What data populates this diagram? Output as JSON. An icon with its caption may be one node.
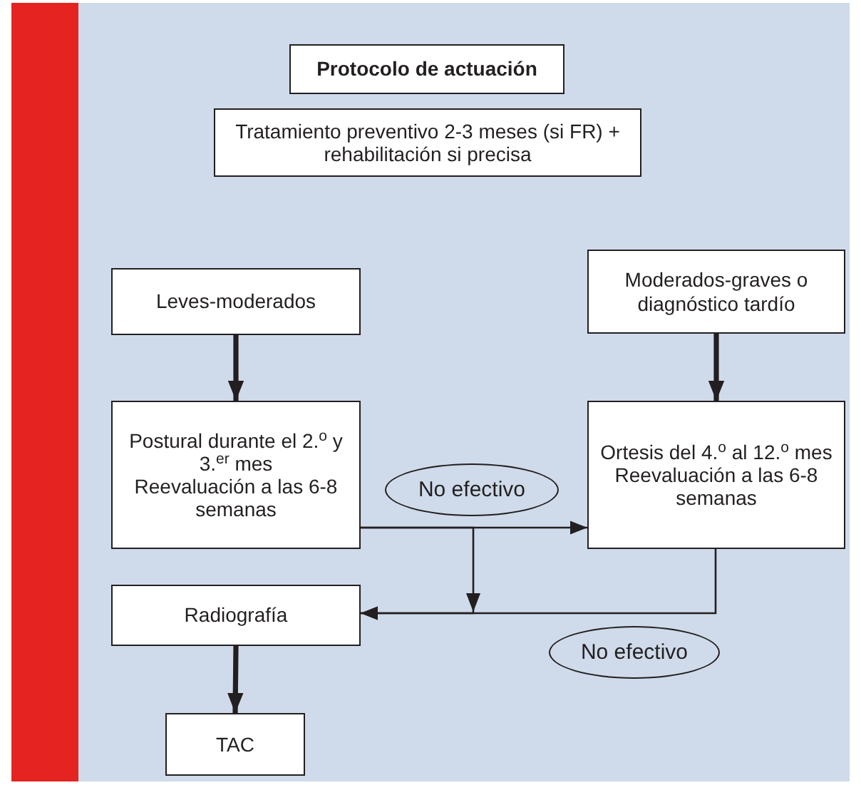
{
  "diagram": {
    "nodes": [
      {
        "text": [
          "Protocolo de actuación"
        ]
      },
      {
        "text": [
          "Tratamiento preventivo 2-3 meses (si FR) + rehabilitación si precisa"
        ]
      },
      {
        "text": [
          "Leves-moderados"
        ]
      },
      {
        "text": [
          "Moderados-graves o diagnóstico tardío"
        ]
      },
      {
        "text": [
          "Postural durante el 2.$^{o}$ y 3.$^{er}$ mes",
          "Reevaluación a las 6-8 semanas"
        ]
      },
      {
        "text": [
          "Ortesis del 4.$^{o}$ al 12.$^{o}$ mes",
          "Reevaluación a las 6-8 semanas"
        ]
      },
      {
        "text": [
          "Radiografía"
        ]
      },
      {
        "text": [
          "TAC"
        ]
      },
      {
        "text": [
          "No efectivo"
        ]
      },
      {
        "text": [
          "No efectivo"
        ]
      }
    ],
    "edges": [
      {
        "from": 2,
        "to": 4,
        "arrow": "to",
        "style": "thick"
      },
      {
        "from": 3,
        "to": 5,
        "arrow": "to",
        "style": "thick"
      },
      {
        "from": 4,
        "to": 5,
        "arrow": "to"
      },
      {
        "from": 4,
        "to": 6,
        "arrow": "to"
      },
      {
        "from": 5,
        "to": 6,
        "arrow": "to"
      },
      {
        "from": 6,
        "to": 7,
        "arrow": "to",
        "style": "thick"
      }
    ]
  }
}
